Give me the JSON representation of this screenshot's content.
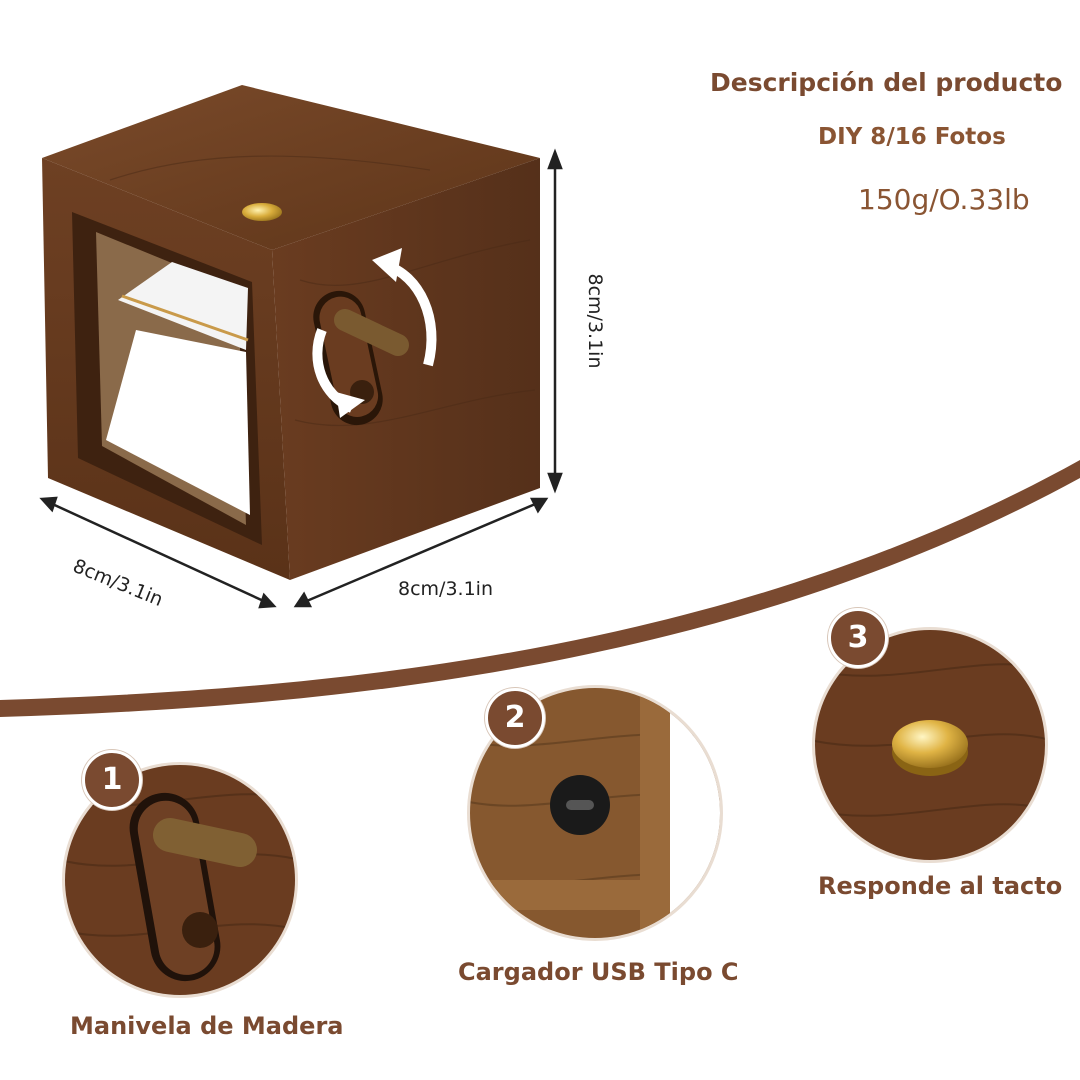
{
  "description": {
    "heading": "Descripción del producto",
    "photos": "DIY 8/16 Fotos",
    "weight": "150g/O.33lb"
  },
  "dimensions": {
    "height": "8cm/3.1in",
    "depth": "8cm/3.1in",
    "width": "8cm/3.1in"
  },
  "features": [
    {
      "number": "1",
      "label": "Manivela de Madera",
      "icon": "wooden-crank"
    },
    {
      "number": "2",
      "label": "Cargador USB Tipo C",
      "icon": "usb-c-port"
    },
    {
      "number": "3",
      "label": "Responde al tacto",
      "icon": "touch-button"
    }
  ],
  "colors": {
    "accent": "#7a4a30",
    "wood": "#6b3f22",
    "wood_dark": "#4a2a15",
    "brass": "#d4a93a"
  }
}
